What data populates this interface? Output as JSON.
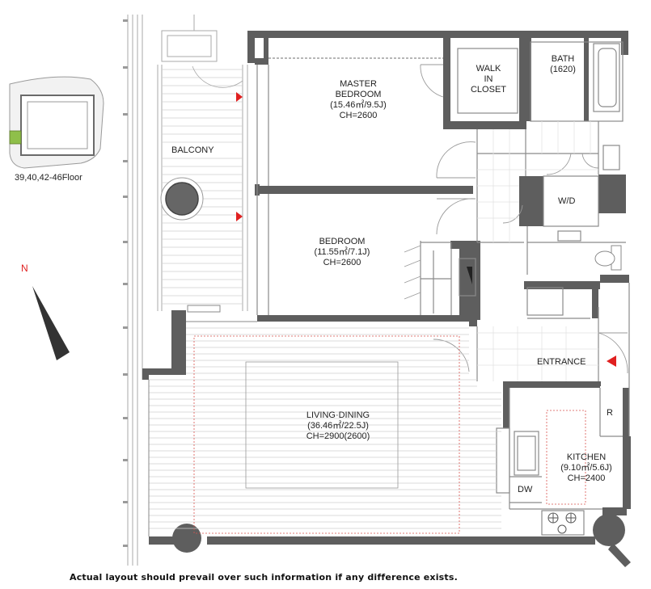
{
  "rooms": {
    "master_bedroom": {
      "name_line1": "MASTER",
      "name_line2": "BEDROOM",
      "area": "(15.46㎡/9.5J)",
      "ceiling": "CH=2600"
    },
    "walk_in_closet": {
      "line1": "WALK",
      "line2": "IN",
      "line3": "CLOSET"
    },
    "bath": {
      "name": "BATH",
      "size": "(1620)"
    },
    "balcony": {
      "name": "BALCONY"
    },
    "washer_dryer": {
      "name": "W/D"
    },
    "bedroom": {
      "name": "BEDROOM",
      "area": "(11.55㎡/7.1J)",
      "ceiling": "CH=2600"
    },
    "entrance": {
      "name": "ENTRANCE"
    },
    "living_dining": {
      "name": "LIVING·DINING",
      "area": "(36.46㎡/22.5J)",
      "ceiling": "CH=2900(2600)"
    },
    "refrigerator": {
      "name": "R"
    },
    "kitchen": {
      "name": "KITCHEN",
      "area": "(9.10㎡/5.6J)",
      "ceiling": "CH=2400"
    },
    "dishwasher": {
      "name": "DW"
    }
  },
  "key_plan": {
    "floors": "39,40,42-46Floor"
  },
  "compass": {
    "label": "N",
    "color": "#e02020"
  },
  "disclaimer": "Actual layout should prevail over such information if any difference exists.",
  "colors": {
    "wall": "#5a5a5a",
    "line": "#8a8a8a",
    "marker": "#e02020",
    "highlight": "#8fbf4a",
    "dash": "#d9534f"
  }
}
